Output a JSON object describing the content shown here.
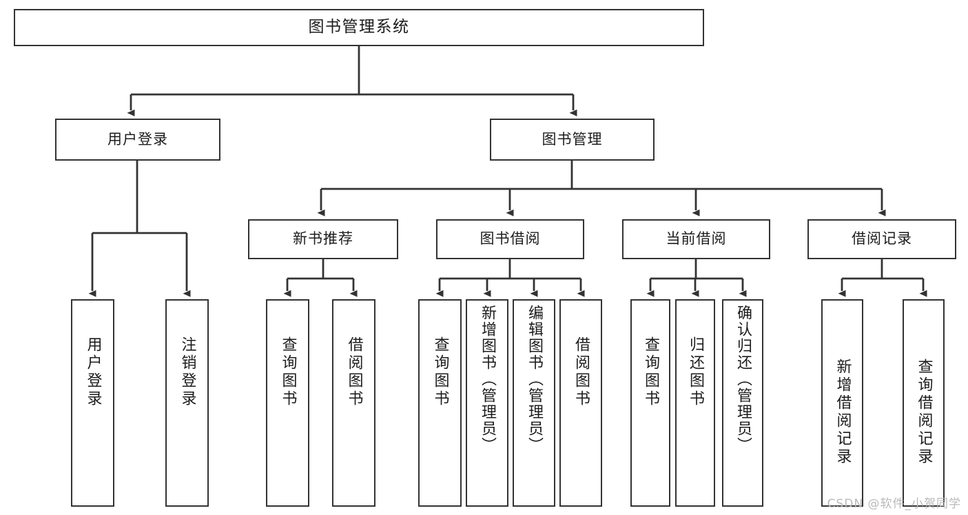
{
  "diagram": {
    "type": "tree-hierarchy-chart",
    "title": "图书管理系统",
    "watermark": "CSDN @软件_小贺同学",
    "colors": {
      "box_border": "#333333",
      "box_fill": "#ffffff",
      "connector": "#333333",
      "text": "#1c1c1c",
      "watermark": "#b9b9b9",
      "background": "#ffffff"
    },
    "levels": {
      "root": "图书管理系统",
      "level2": [
        "用户登录",
        "图书管理"
      ],
      "level3": [
        "新书推荐",
        "图书借阅",
        "当前借阅",
        "借阅记录"
      ]
    }
  },
  "nodes": {
    "root": {
      "label": "图书管理系统"
    },
    "user_login": {
      "label": "用户登录"
    },
    "book_manage": {
      "label": "图书管理"
    },
    "new_book_rec": {
      "label": "新书推荐"
    },
    "book_borrow": {
      "label": "图书借阅"
    },
    "current_borrow": {
      "label": "当前借阅"
    },
    "borrow_record": {
      "label": "借阅记录"
    },
    "leaf_user_login": {
      "label": "用户登录"
    },
    "leaf_logout": {
      "label": "注销登录"
    },
    "leaf_query_book_1": {
      "label": "查询图书"
    },
    "leaf_borrow_book_1": {
      "label": "借阅图书"
    },
    "leaf_query_book_2": {
      "label": "查询图书"
    },
    "leaf_add_book_admin": {
      "label": "新增图书（管理员）"
    },
    "leaf_edit_book_admin": {
      "label": "编辑图书（管理员）"
    },
    "leaf_borrow_book_2": {
      "label": "借阅图书"
    },
    "leaf_query_book_3": {
      "label": "查询图书"
    },
    "leaf_return_book": {
      "label": "归还图书"
    },
    "leaf_confirm_return_admin": {
      "label": "确认归还（管理员）"
    },
    "leaf_add_record": {
      "label": "新增借阅记录"
    },
    "leaf_query_record": {
      "label": "查询借阅记录"
    }
  },
  "edges": [
    {
      "from": "root",
      "to": "user_login"
    },
    {
      "from": "root",
      "to": "book_manage"
    },
    {
      "from": "user_login",
      "to": "leaf_user_login"
    },
    {
      "from": "user_login",
      "to": "leaf_logout"
    },
    {
      "from": "book_manage",
      "to": "new_book_rec"
    },
    {
      "from": "book_manage",
      "to": "book_borrow"
    },
    {
      "from": "book_manage",
      "to": "current_borrow"
    },
    {
      "from": "book_manage",
      "to": "borrow_record"
    },
    {
      "from": "new_book_rec",
      "to": "leaf_query_book_1"
    },
    {
      "from": "new_book_rec",
      "to": "leaf_borrow_book_1"
    },
    {
      "from": "book_borrow",
      "to": "leaf_query_book_2"
    },
    {
      "from": "book_borrow",
      "to": "leaf_add_book_admin"
    },
    {
      "from": "book_borrow",
      "to": "leaf_edit_book_admin"
    },
    {
      "from": "book_borrow",
      "to": "leaf_borrow_book_2"
    },
    {
      "from": "current_borrow",
      "to": "leaf_query_book_3"
    },
    {
      "from": "current_borrow",
      "to": "leaf_return_book"
    },
    {
      "from": "current_borrow",
      "to": "leaf_confirm_return_admin"
    },
    {
      "from": "borrow_record",
      "to": "leaf_add_record"
    },
    {
      "from": "borrow_record",
      "to": "leaf_query_record"
    }
  ]
}
